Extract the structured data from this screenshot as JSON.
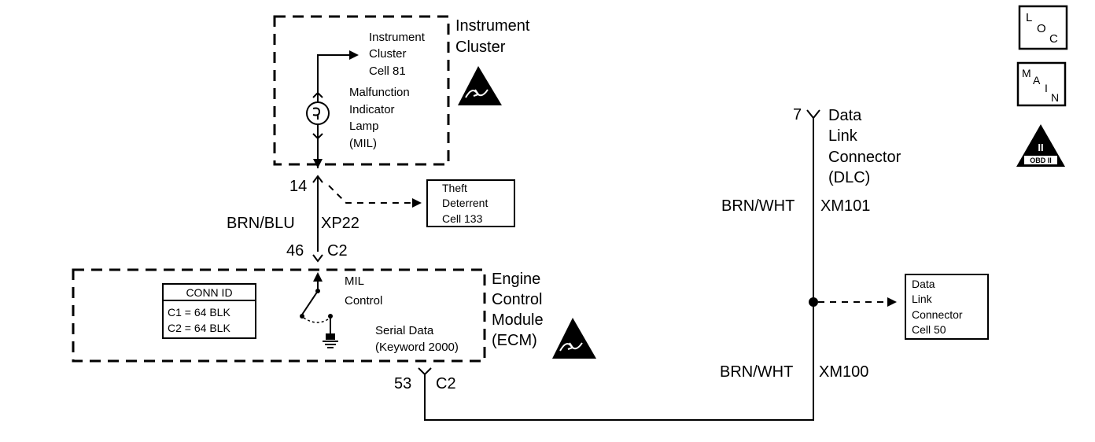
{
  "instrument_cluster": {
    "title_line1": "Instrument",
    "title_line2": "Cluster",
    "ref_line1": "Instrument",
    "ref_line2": "Cluster",
    "ref_line3": "Cell 81",
    "lamp_line1": "Malfunction",
    "lamp_line2": "Indicator",
    "lamp_line3": "Lamp",
    "lamp_line4": "(MIL)"
  },
  "wire_mil": {
    "pin_cluster": "14",
    "color": "BRN/BLU",
    "connector": "XP22",
    "pin_ecm": "46",
    "ecm_connector": "C2"
  },
  "theft": {
    "line1": "Theft",
    "line2": "Deterrent",
    "line3": "Cell 133"
  },
  "ecm": {
    "title_line1": "Engine",
    "title_line2": "Control",
    "title_line3": "Module",
    "title_line4": "(ECM)",
    "mil_line1": "MIL",
    "mil_line2": "Control",
    "serial_line1": "Serial Data",
    "serial_line2": "(Keyword 2000)",
    "conn_id": {
      "header": "CONN ID",
      "row1": "C1 = 64 BLK",
      "row2": "C2 = 64 BLK"
    }
  },
  "wire_serial": {
    "pin": "53",
    "connector": "C2"
  },
  "dlc": {
    "pin": "7",
    "title_line1": "Data",
    "title_line2": "Link",
    "title_line3": "Connector",
    "title_line4": "(DLC)",
    "upper_color": "BRN/WHT",
    "upper_connector": "XM101",
    "lower_color": "BRN/WHT",
    "lower_connector": "XM100",
    "ref_line1": "Data",
    "ref_line2": "Link",
    "ref_line3": "Connector",
    "ref_line4": "Cell 50"
  },
  "side_icons": {
    "loc": {
      "l": "L",
      "o": "O",
      "c": "C"
    },
    "main": {
      "m": "M",
      "a": "A",
      "i": "I",
      "n": "N"
    },
    "obd": {
      "numeral": "II",
      "label": "OBD II"
    }
  }
}
